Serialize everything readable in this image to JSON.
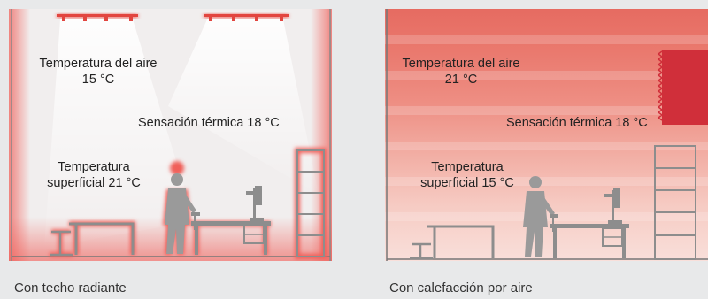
{
  "left_panel": {
    "air_label": "Temperatura del aire",
    "air_value": "15 °C",
    "feel_label": "Sensación térmica 18 °C",
    "surface_line1": "Temperatura",
    "surface_line2": "superficial 21 °C",
    "caption": "Con techo radiante"
  },
  "right_panel": {
    "air_label": "Temperatura del aire",
    "air_value": "21 °C",
    "feel_label": "Sensación térmica 18 °C",
    "surface_line1": "Temperatura",
    "surface_line2": "superficial 15 °C",
    "caption": "Con calefacción por aire"
  },
  "colors": {
    "glow": "#f0605a",
    "heater": "#d02f3a",
    "figure": "#9a9a9a",
    "floor_glow": "#f6b3ad"
  }
}
